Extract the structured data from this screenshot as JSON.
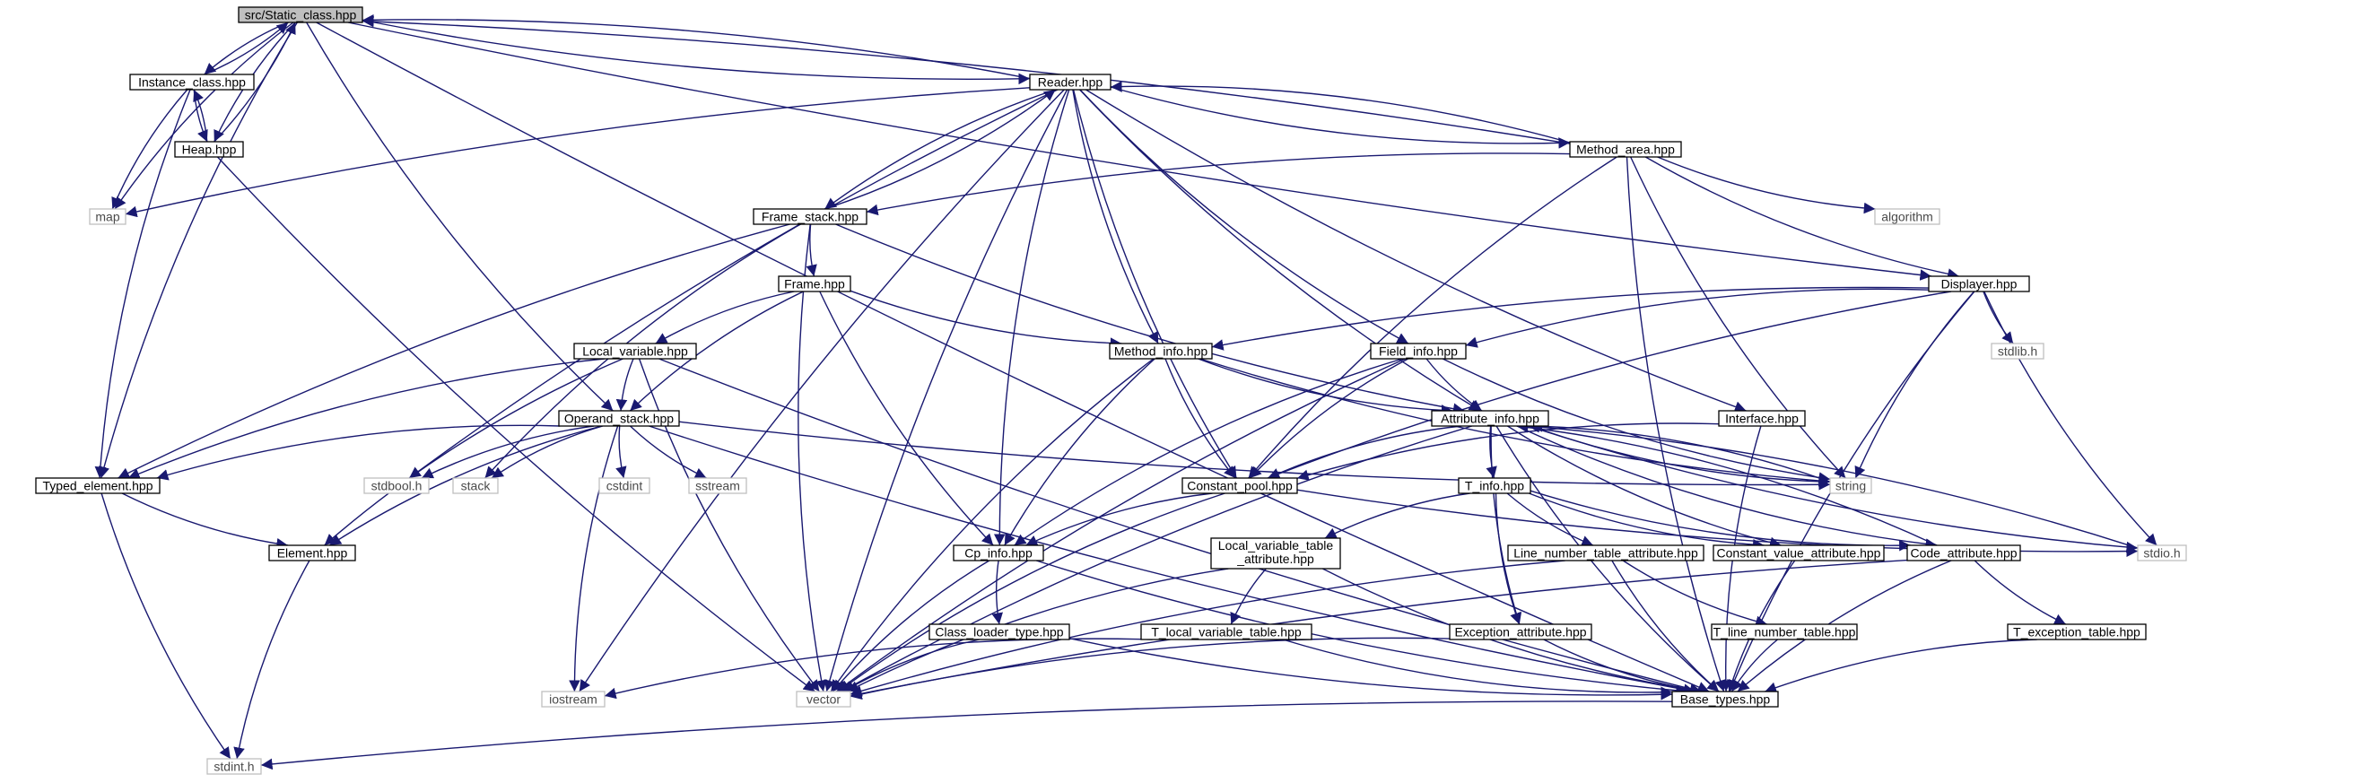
{
  "colors": {
    "edge": "#191970",
    "root_fill": "#bfbfbf",
    "node_border": "#000000",
    "system_border": "#bfbfbf",
    "background": "#ffffff"
  },
  "nodes": {
    "static_class": {
      "label": "src/Static_class.hpp",
      "kind": "root"
    },
    "instance_class": {
      "label": "Instance_class.hpp",
      "kind": "file"
    },
    "heap": {
      "label": "Heap.hpp",
      "kind": "file"
    },
    "map": {
      "label": "map",
      "kind": "system"
    },
    "reader": {
      "label": "Reader.hpp",
      "kind": "file"
    },
    "method_area": {
      "label": "Method_area.hpp",
      "kind": "file"
    },
    "algorithm": {
      "label": "algorithm",
      "kind": "system"
    },
    "frame_stack": {
      "label": "Frame_stack.hpp",
      "kind": "file"
    },
    "displayer": {
      "label": "Displayer.hpp",
      "kind": "file"
    },
    "frame": {
      "label": "Frame.hpp",
      "kind": "file"
    },
    "stdlib": {
      "label": "stdlib.h",
      "kind": "system"
    },
    "local_variable": {
      "label": "Local_variable.hpp",
      "kind": "file"
    },
    "method_info": {
      "label": "Method_info.hpp",
      "kind": "file"
    },
    "field_info": {
      "label": "Field_info.hpp",
      "kind": "file"
    },
    "operand_stack": {
      "label": "Operand_stack.hpp",
      "kind": "file"
    },
    "attribute_info": {
      "label": "Attribute_info.hpp",
      "kind": "file"
    },
    "interface": {
      "label": "Interface.hpp",
      "kind": "file"
    },
    "typed_element": {
      "label": "Typed_element.hpp",
      "kind": "file"
    },
    "stdbool": {
      "label": "stdbool.h",
      "kind": "system"
    },
    "stack": {
      "label": "stack",
      "kind": "system"
    },
    "cstdint": {
      "label": "cstdint",
      "kind": "system"
    },
    "sstream": {
      "label": "sstream",
      "kind": "system"
    },
    "constant_pool": {
      "label": "Constant_pool.hpp",
      "kind": "file"
    },
    "t_info": {
      "label": "T_info.hpp",
      "kind": "file"
    },
    "string": {
      "label": "string",
      "kind": "system"
    },
    "element": {
      "label": "Element.hpp",
      "kind": "file"
    },
    "cp_info": {
      "label": "Cp_info.hpp",
      "kind": "file"
    },
    "local_variable_table_attribute": {
      "label": "Local_variable_table",
      "label2": "_attribute.hpp",
      "kind": "file"
    },
    "line_number_table_attribute": {
      "label": "Line_number_table_attribute.hpp",
      "kind": "file"
    },
    "constant_value_attribute": {
      "label": "Constant_value_attribute.hpp",
      "kind": "file"
    },
    "code_attribute": {
      "label": "Code_attribute.hpp",
      "kind": "file"
    },
    "stdio": {
      "label": "stdio.h",
      "kind": "system"
    },
    "class_loader_type": {
      "label": "Class_loader_type.hpp",
      "kind": "file"
    },
    "t_local_variable_table": {
      "label": "T_local_variable_table.hpp",
      "kind": "file"
    },
    "exception_attribute": {
      "label": "Exception_attribute.hpp",
      "kind": "file"
    },
    "t_line_number_table": {
      "label": "T_line_number_table.hpp",
      "kind": "file"
    },
    "t_exception_table": {
      "label": "T_exception_table.hpp",
      "kind": "file"
    },
    "iostream": {
      "label": "iostream",
      "kind": "system"
    },
    "vector": {
      "label": "vector",
      "kind": "system"
    },
    "base_types": {
      "label": "Base_types.hpp",
      "kind": "file"
    },
    "stdint": {
      "label": "stdint.h",
      "kind": "system"
    }
  },
  "edges": [
    [
      "static_class",
      "instance_class"
    ],
    [
      "static_class",
      "heap"
    ],
    [
      "static_class",
      "map"
    ],
    [
      "static_class",
      "reader"
    ],
    [
      "static_class",
      "typed_element"
    ],
    [
      "static_class",
      "operand_stack"
    ],
    [
      "static_class",
      "displayer"
    ],
    [
      "static_class",
      "base_types"
    ],
    [
      "instance_class",
      "static_class"
    ],
    [
      "instance_class",
      "heap"
    ],
    [
      "instance_class",
      "map"
    ],
    [
      "instance_class",
      "typed_element"
    ],
    [
      "heap",
      "static_class"
    ],
    [
      "heap",
      "instance_class"
    ],
    [
      "heap",
      "vector"
    ],
    [
      "reader",
      "static_class"
    ],
    [
      "reader",
      "method_area"
    ],
    [
      "reader",
      "frame_stack"
    ],
    [
      "reader",
      "cp_info"
    ],
    [
      "reader",
      "constant_pool"
    ],
    [
      "reader",
      "method_info"
    ],
    [
      "reader",
      "field_info"
    ],
    [
      "reader",
      "attribute_info"
    ],
    [
      "reader",
      "interface"
    ],
    [
      "reader",
      "stdbool"
    ],
    [
      "reader",
      "vector"
    ],
    [
      "reader",
      "iostream"
    ],
    [
      "reader",
      "map"
    ],
    [
      "method_area",
      "reader"
    ],
    [
      "method_area",
      "static_class"
    ],
    [
      "method_area",
      "algorithm"
    ],
    [
      "method_area",
      "displayer"
    ],
    [
      "method_area",
      "constant_pool"
    ],
    [
      "method_area",
      "string"
    ],
    [
      "method_area",
      "base_types"
    ],
    [
      "method_area",
      "frame_stack"
    ],
    [
      "frame_stack",
      "reader"
    ],
    [
      "frame_stack",
      "frame"
    ],
    [
      "frame_stack",
      "typed_element"
    ],
    [
      "frame_stack",
      "stack"
    ],
    [
      "frame_stack",
      "vector"
    ],
    [
      "frame_stack",
      "attribute_info"
    ],
    [
      "displayer",
      "method_info"
    ],
    [
      "displayer",
      "field_info"
    ],
    [
      "displayer",
      "stdlib"
    ],
    [
      "displayer",
      "string"
    ],
    [
      "displayer",
      "stdio"
    ],
    [
      "displayer",
      "constant_pool"
    ],
    [
      "displayer",
      "base_types"
    ],
    [
      "frame",
      "local_variable"
    ],
    [
      "frame",
      "operand_stack"
    ],
    [
      "frame",
      "method_info"
    ],
    [
      "frame",
      "cp_info"
    ],
    [
      "local_variable",
      "operand_stack"
    ],
    [
      "local_variable",
      "typed_element"
    ],
    [
      "local_variable",
      "element"
    ],
    [
      "local_variable",
      "vector"
    ],
    [
      "local_variable",
      "base_types"
    ],
    [
      "method_info",
      "attribute_info"
    ],
    [
      "method_info",
      "constant_pool"
    ],
    [
      "method_info",
      "cp_info"
    ],
    [
      "method_info",
      "vector"
    ],
    [
      "method_info",
      "string"
    ],
    [
      "field_info",
      "attribute_info"
    ],
    [
      "field_info",
      "constant_pool"
    ],
    [
      "field_info",
      "cp_info"
    ],
    [
      "field_info",
      "vector"
    ],
    [
      "field_info",
      "string"
    ],
    [
      "operand_stack",
      "typed_element"
    ],
    [
      "operand_stack",
      "element"
    ],
    [
      "operand_stack",
      "stdbool"
    ],
    [
      "operand_stack",
      "stack"
    ],
    [
      "operand_stack",
      "cstdint"
    ],
    [
      "operand_stack",
      "sstream"
    ],
    [
      "operand_stack",
      "iostream"
    ],
    [
      "operand_stack",
      "string"
    ],
    [
      "operand_stack",
      "base_types"
    ],
    [
      "attribute_info",
      "constant_pool"
    ],
    [
      "attribute_info",
      "t_info"
    ],
    [
      "attribute_info",
      "exception_attribute"
    ],
    [
      "attribute_info",
      "constant_value_attribute"
    ],
    [
      "attribute_info",
      "code_attribute"
    ],
    [
      "attribute_info",
      "stdio"
    ],
    [
      "attribute_info",
      "string"
    ],
    [
      "attribute_info",
      "vector"
    ],
    [
      "attribute_info",
      "base_types"
    ],
    [
      "interface",
      "constant_pool"
    ],
    [
      "interface",
      "base_types"
    ],
    [
      "typed_element",
      "element"
    ],
    [
      "typed_element",
      "stdint"
    ],
    [
      "constant_pool",
      "cp_info"
    ],
    [
      "constant_pool",
      "vector"
    ],
    [
      "constant_pool",
      "stdio"
    ],
    [
      "t_info",
      "local_variable_table_attribute"
    ],
    [
      "t_info",
      "line_number_table_attribute"
    ],
    [
      "t_info",
      "constant_value_attribute"
    ],
    [
      "t_info",
      "code_attribute"
    ],
    [
      "t_info",
      "exception_attribute"
    ],
    [
      "element",
      "stdint"
    ],
    [
      "cp_info",
      "class_loader_type"
    ],
    [
      "cp_info",
      "vector"
    ],
    [
      "cp_info",
      "base_types"
    ],
    [
      "local_variable_table_attribute",
      "t_local_variable_table"
    ],
    [
      "local_variable_table_attribute",
      "base_types"
    ],
    [
      "local_variable_table_attribute",
      "vector"
    ],
    [
      "line_number_table_attribute",
      "t_line_number_table"
    ],
    [
      "line_number_table_attribute",
      "base_types"
    ],
    [
      "line_number_table_attribute",
      "vector"
    ],
    [
      "constant_value_attribute",
      "base_types"
    ],
    [
      "code_attribute",
      "t_exception_table"
    ],
    [
      "code_attribute",
      "base_types"
    ],
    [
      "code_attribute",
      "vector"
    ],
    [
      "code_attribute",
      "attribute_info"
    ],
    [
      "class_loader_type",
      "vector"
    ],
    [
      "class_loader_type",
      "base_types"
    ],
    [
      "t_local_variable_table",
      "iostream"
    ],
    [
      "t_local_variable_table",
      "base_types"
    ],
    [
      "exception_attribute",
      "base_types"
    ],
    [
      "exception_attribute",
      "vector"
    ],
    [
      "t_line_number_table",
      "base_types"
    ],
    [
      "t_exception_table",
      "base_types"
    ],
    [
      "base_types",
      "stdint"
    ],
    [
      "stdio",
      "attribute_info"
    ],
    [
      "string",
      "attribute_info"
    ]
  ]
}
